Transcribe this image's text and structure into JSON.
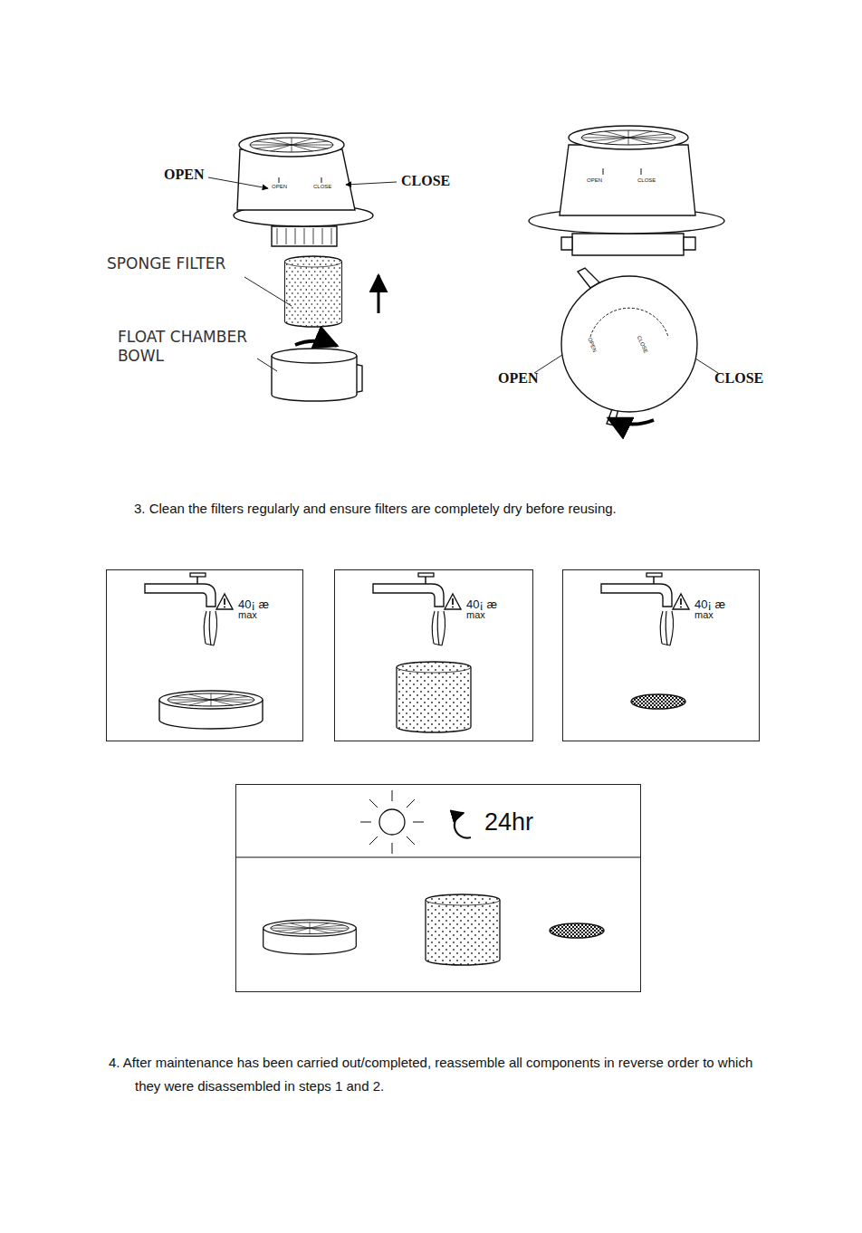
{
  "diagram": {
    "nodes": [
      {
        "text": [
          "40¡ æ",
          "max"
        ]
      },
      {
        "text": [
          "40¡ æ",
          "max"
        ]
      },
      {
        "text": [
          "40¡ æ",
          "max"
        ]
      },
      {
        "text": [
          "24hr"
        ]
      }
    ],
    "labels": [
      "OPEN",
      "CLOSE",
      "OPEN",
      "CLOSE",
      "SPONGE FILTER",
      "FLOAT CHAMBER BOWL",
      "OPEN",
      "CLOSE",
      "OPEN",
      "CLOSE",
      "OPEN",
      "CLOSE",
      "3. Clean the filters regularly and ensure filters are completely dry before reusing.",
      "4. After maintenance has been carried out/completed, reassemble all components in reverse order to which they were disassembled in steps 1 and 2."
    ]
  }
}
